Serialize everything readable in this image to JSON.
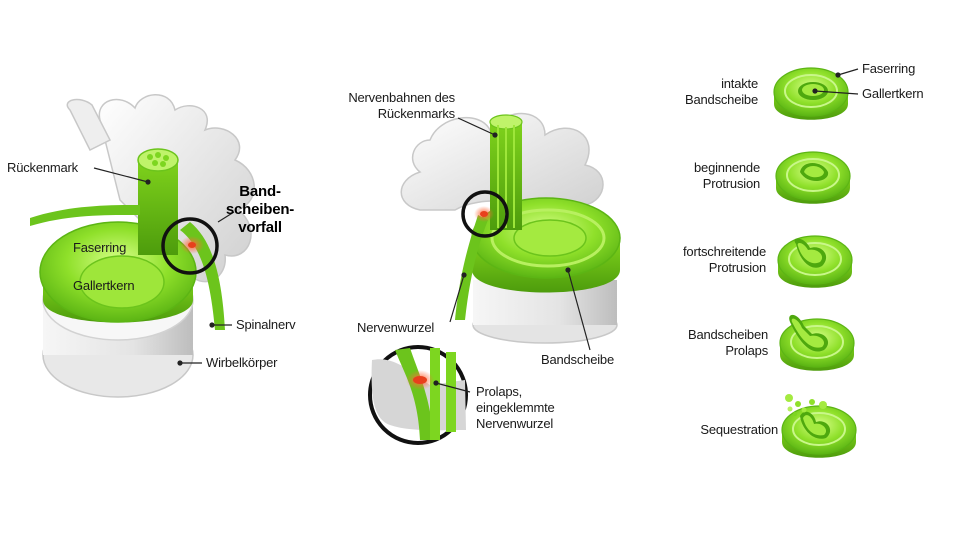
{
  "figure1": {
    "spinal_cord": "Rückenmark",
    "annulus": "Faserring",
    "nucleus": "Gallertkern",
    "herniation": "Band-\nscheiben-\nvorfall",
    "spinal_nerve": "Spinalnerv",
    "vertebral_body": "Wirbelkörper"
  },
  "figure2": {
    "nerve_tracts": "Nervenbahnen des\nRückenmarks",
    "nerve_root": "Nervenwurzel",
    "disc": "Bandscheibe",
    "prolapse_note": "Prolaps,\neingeklemmte\nNervenwurzel"
  },
  "figure3": {
    "fiber_ring": "Faserring",
    "gel_core": "Gallertkern",
    "stages": [
      {
        "label": "intakte\nBandscheibe"
      },
      {
        "label": "beginnende\nProtrusion"
      },
      {
        "label": "fortschreitende\nProtrusion"
      },
      {
        "label": "Bandscheiben\nProlaps"
      },
      {
        "label": "Sequestration"
      }
    ]
  },
  "colors": {
    "green_light": "#b8f060",
    "green_main": "#7dd620",
    "green_dark": "#4ea80e",
    "bone_white": "#f2f2f2",
    "bone_gray": "#c9c9c9",
    "inflammation_red": "#e8401c"
  }
}
